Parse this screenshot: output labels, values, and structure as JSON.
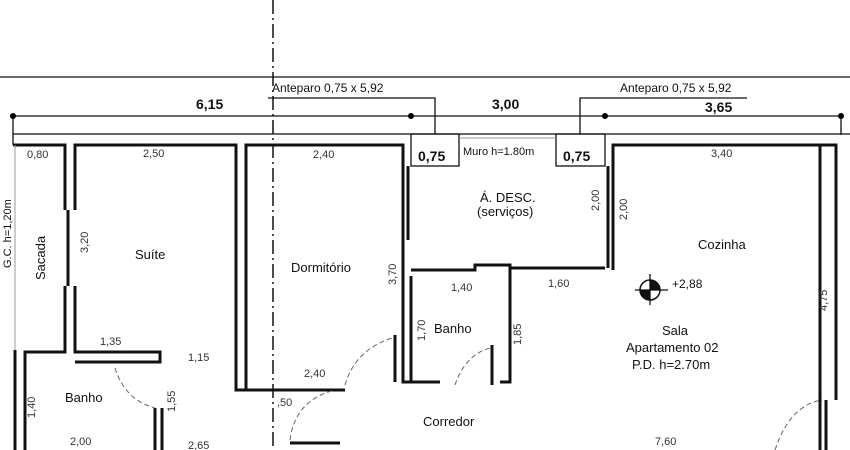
{
  "title": "Planta baixa - Apartamento 02",
  "annotations": {
    "anteparo_left": "Anteparo 0,75 x 5,92",
    "anteparo_right": "Anteparo 0,75 x 5,92",
    "muro": "Muro h=1.80m",
    "gc": "G.C. h=1,20m",
    "level": "+2,88"
  },
  "overall_dims": {
    "d1": "6,15",
    "d2": "3,00",
    "d3": "3,65",
    "box1": "0,75",
    "box2": "0,75"
  },
  "rooms": {
    "sacada": "Sacada",
    "suite": "Suíte",
    "dormitorio": "Dormitório",
    "area_desc": "Á. DESC.",
    "area_desc_sub": "(serviços)",
    "cozinha": "Cozinha",
    "banho_center": "Banho",
    "banho_left": "Banho",
    "sala": "Sala",
    "apartamento": "Apartamento 02",
    "pd": "P.D. h=2.70m",
    "corredor": "Corredor"
  },
  "dims": {
    "sacada_w": "0,80",
    "suite_w": "2,50",
    "dorm_w": "2,40",
    "cozinha_w": "3,40",
    "suite_h": "3,20",
    "dorm_h": "3,70",
    "desc_h1": "2,00",
    "desc_h2": "2,00",
    "banho_w": "1,40",
    "desc_w": "1,60",
    "sala_h": "4,75",
    "banho_h1": "1,70",
    "banho_h2": "1,85",
    "wall_135": "1,35",
    "wall_115": "1,15",
    "dorm_w2": "2,40",
    "dim_50": ",50",
    "banho_l_h": "1,55",
    "banho_l_h2": "1,40",
    "banho_l_w": "2,00",
    "dim_265": "2,65",
    "sala_w": "7,60"
  }
}
